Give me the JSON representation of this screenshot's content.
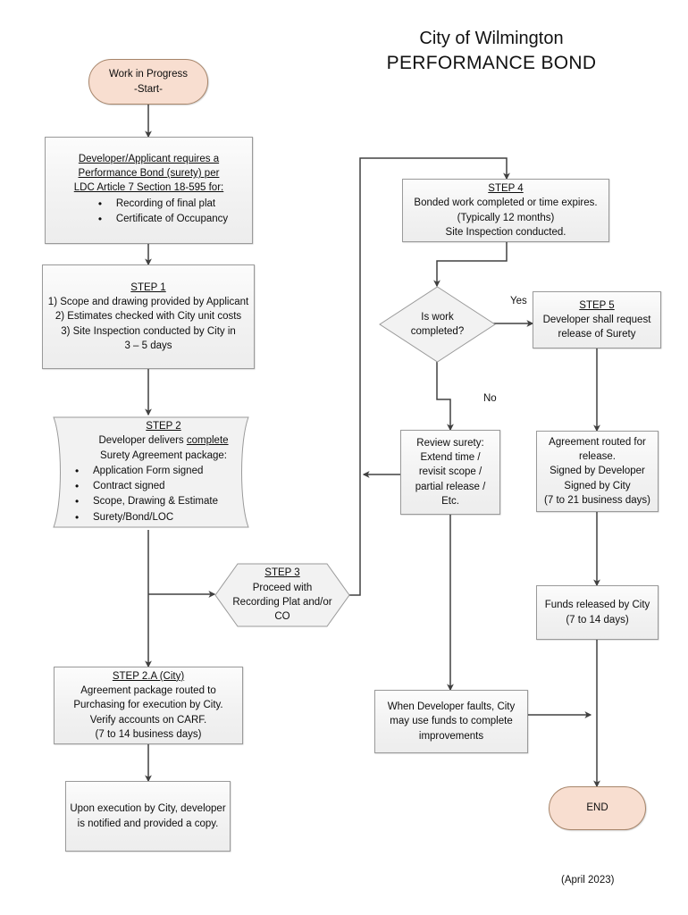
{
  "title": {
    "line1": "City of Wilmington",
    "line2": "PERFORMANCE BOND"
  },
  "footer": {
    "date": "(April 2023)"
  },
  "nodes": {
    "start": {
      "label": "Work in Progress",
      "sub": "-Start-"
    },
    "requirement": {
      "header_line1": "Developer/Applicant requires a",
      "header_line2": "Performance Bond (surety) per",
      "header_line3": "LDC Article 7 Section 18-595 for:",
      "bullets": [
        "Recording of final plat",
        "Certificate of Occupancy"
      ]
    },
    "step1": {
      "header": "STEP 1",
      "line1": "1) Scope and drawing provided by Applicant",
      "line2": "2) Estimates checked with City unit costs",
      "line3": "3) Site Inspection conducted by City in",
      "line4": "3 – 5 days"
    },
    "step2": {
      "header": "STEP 2",
      "line1_pre": "Developer delivers ",
      "line1_underlined": "complete",
      "line2": "Surety Agreement package:",
      "bullets": [
        "Application Form signed",
        "Contract signed",
        "Scope, Drawing & Estimate",
        "Surety/Bond/LOC"
      ]
    },
    "step3": {
      "header": "STEP 3",
      "line1": "Proceed with",
      "line2": "Recording Plat and/or",
      "line3": "CO"
    },
    "step2a": {
      "header": "STEP 2.A (City)",
      "line1": "Agreement package routed to",
      "line2": "Purchasing for execution by City.",
      "line3": "Verify accounts on CARF.",
      "line4": "(7 to 14 business days)"
    },
    "executed": {
      "line1": "Upon execution by City, developer",
      "line2": "is notified and provided a copy."
    },
    "step4": {
      "header": "STEP 4",
      "line1": "Bonded work completed or time expires.",
      "line2": "(Typically 12 months)",
      "line3": "Site Inspection conducted."
    },
    "decision": {
      "line1": "Is work",
      "line2": "completed?"
    },
    "step5": {
      "header": "STEP 5",
      "line1": "Developer shall request",
      "line2": "release of Surety"
    },
    "review_surety": {
      "line1": "Review surety:",
      "line2": "Extend time /",
      "line3": "revisit scope /",
      "line4": "partial release /",
      "line5": "Etc."
    },
    "agreement_routed": {
      "line1": "Agreement routed for",
      "line2": "release.",
      "line3": "Signed by Developer",
      "line4": "Signed by City",
      "line5": "(7 to 21 business days)"
    },
    "funds_released": {
      "line1": "Funds released by City",
      "line2": "(7 to 14 days)"
    },
    "developer_faults": {
      "line1": "When Developer faults, City",
      "line2": "may use funds to complete",
      "line3": "improvements"
    },
    "end": {
      "label": "END"
    }
  },
  "edge_labels": {
    "yes": "Yes",
    "no": "No"
  },
  "colors": {
    "terminator_fill": "#f8ded0",
    "terminator_stroke": "#a8866b",
    "process_fill": "#f2f2f2",
    "process_stroke": "#9a9a9a",
    "connector": "#404040",
    "text": "#0d0d0d"
  }
}
